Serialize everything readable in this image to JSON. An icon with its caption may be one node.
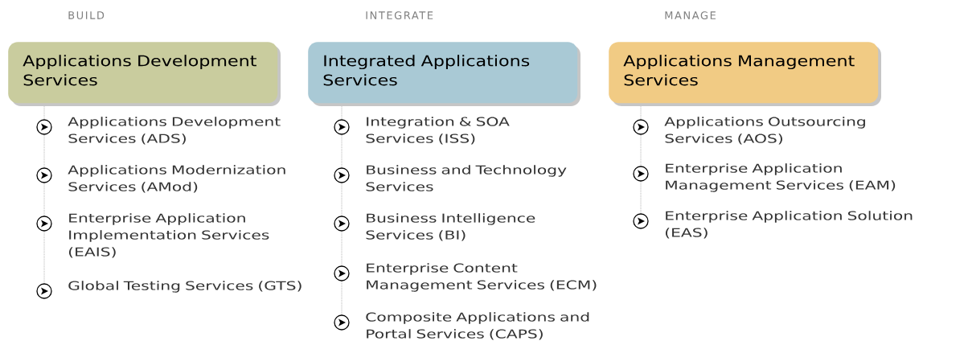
{
  "diagram": {
    "nodes": [
      {
        "text": [
          "Applications Development Services"
        ]
      },
      {
        "text": [
          "Integrated Applications Services"
        ]
      },
      {
        "text": [
          "Applications Management Services"
        ]
      }
    ],
    "labels": [
      "BUILD",
      "INTEGRATE",
      "MANAGE",
      "Applications Development Services (ADS)",
      "Applications Modernization Services (AMod)",
      "Enterprise Application Implementation Services (EAIS)",
      "Global Testing Services (GTS)",
      "Integration & SOA Services (ISS)",
      "Business and Technology Services",
      "Business Intelligence Services (BI)",
      "Enterprise Content Management Services (ECM)",
      "Composite Applications and Portal Services (CAPS)",
      "Applications Outsourcing Services (AOS)",
      "Enterprise Application Management Services (EAM)",
      "Enterprise Application Solution (EAS)"
    ]
  }
}
